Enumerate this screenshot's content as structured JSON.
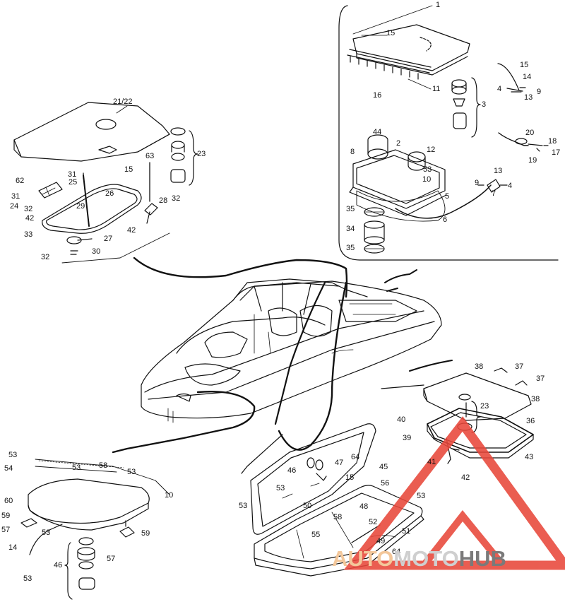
{
  "diagram": {
    "labels": {
      "n1": "1",
      "n2": "2",
      "n3": "3",
      "n4a": "4",
      "n4b": "4",
      "n5": "5",
      "n6": "6",
      "n7": "7",
      "n8": "8",
      "n9a": "9",
      "n9b": "9",
      "n10a": "10",
      "n10b": "10",
      "n11": "11",
      "n12": "12",
      "n13a": "13",
      "n13b": "13",
      "n14a": "14",
      "n14b": "14",
      "n15a": "15",
      "n15b": "15",
      "n15c": "15",
      "n15d": "15",
      "n16": "16",
      "n17": "17",
      "n18": "18",
      "n19": "19",
      "n20": "20",
      "n21": "21/22",
      "n23a": "23",
      "n23b": "23",
      "n24": "24",
      "n25": "25",
      "n26": "26",
      "n27": "27",
      "n28": "28",
      "n29": "29",
      "n30": "30",
      "n31a": "31",
      "n31b": "31",
      "n32a": "32",
      "n32b": "32",
      "n32c": "32",
      "n33": "33",
      "n34": "34",
      "n35a": "35",
      "n35b": "35",
      "n36": "36",
      "n37a": "37",
      "n37b": "37",
      "n38a": "38",
      "n38b": "38",
      "n39": "39",
      "n40": "40",
      "n41": "41",
      "n42a": "42",
      "n42b": "42",
      "n42c": "42",
      "n43": "43",
      "n44": "44",
      "n45": "45",
      "n46a": "46",
      "n46b": "46",
      "n47": "47",
      "n48": "48",
      "n49": "49",
      "n50": "50",
      "n51": "51",
      "n52": "52",
      "n53a": "53",
      "n53b": "53",
      "n53c": "53",
      "n53d": "53",
      "n53e": "53",
      "n53f": "53",
      "n53g": "53",
      "n53h": "53",
      "n53i": "53",
      "n54": "54",
      "n55": "55",
      "n56": "56",
      "n57a": "57",
      "n57b": "57",
      "n58a": "58",
      "n58b": "58",
      "n59a": "59",
      "n59b": "59",
      "n60": "60",
      "n62": "62",
      "n63": "63",
      "n64a": "64",
      "n64b": "64"
    }
  },
  "watermark": {
    "part1": "AUTO",
    "part2": "MOTO",
    "part3": "HUB"
  },
  "colors": {
    "line": "#111111",
    "watermark_red": "#e8473a",
    "watermark_orange": "#f3c79a",
    "watermark_gray": "#7a7a7a"
  }
}
